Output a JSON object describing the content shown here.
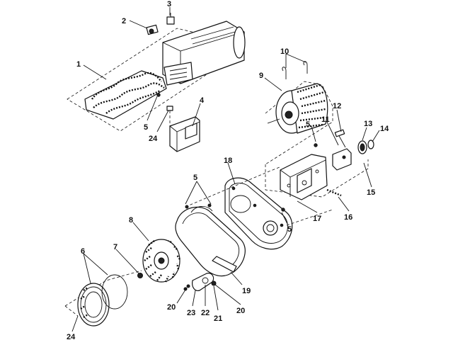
{
  "callouts": {
    "c1": "1",
    "c2": "2",
    "c3": "3",
    "c4": "4",
    "c5a": "5",
    "c5b": "5",
    "c5c": "5",
    "c5d": "5",
    "c6": "6",
    "c7": "7",
    "c8": "8",
    "c9": "9",
    "c10": "10",
    "c11": "11",
    "c12": "12",
    "c13": "13",
    "c14": "14",
    "c15": "15",
    "c16": "16",
    "c17": "17",
    "c18": "18",
    "c19": "19",
    "c20a": "20",
    "c20b": "20",
    "c21": "21",
    "c22": "22",
    "c23": "23",
    "c24a": "24",
    "c24b": "24"
  }
}
